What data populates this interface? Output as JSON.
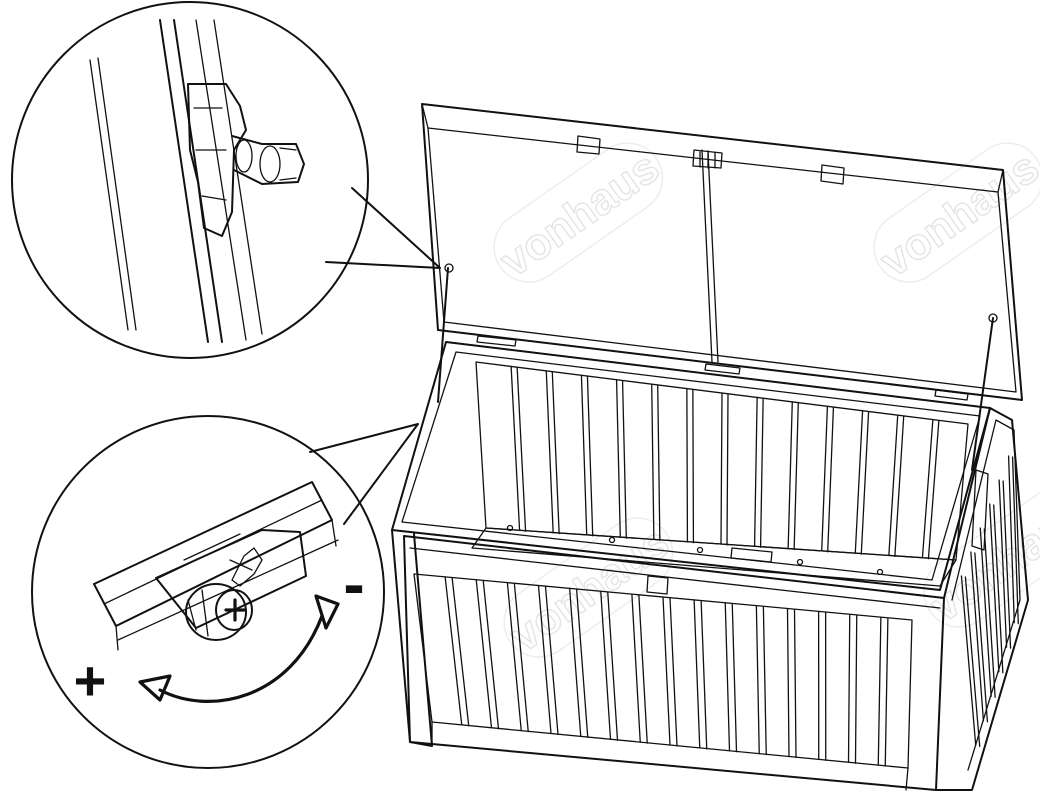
{
  "diagram": {
    "watermark_text": "vonhaus",
    "adjust_signs": {
      "plus": "+",
      "minus": "-"
    },
    "icons": [
      "lid-hinge-detail",
      "tension-adjust-detail",
      "curved-arrow-icon"
    ],
    "colors": {
      "line": "#111111",
      "background": "#ffffff",
      "watermark": "#e4e4e4"
    }
  }
}
